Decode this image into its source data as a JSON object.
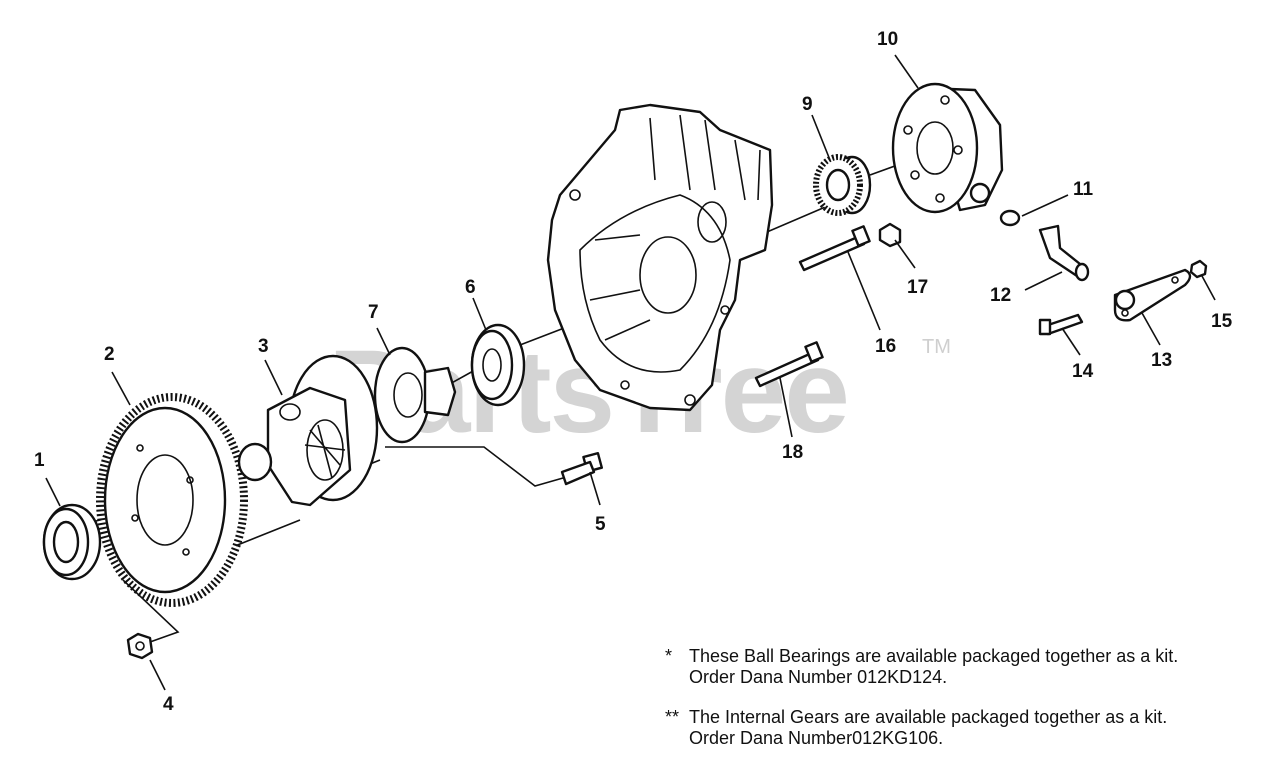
{
  "watermark": {
    "text": "PartsTree",
    "trademark": "TM"
  },
  "callouts": [
    "1",
    "2",
    "3",
    "4",
    "5",
    "6",
    "7",
    "9",
    "10",
    "11",
    "12",
    "13",
    "14",
    "15",
    "16",
    "17",
    "18"
  ],
  "notes": [
    {
      "mark": "*",
      "line1": "These Ball Bearings are available packaged together as a kit.",
      "line2": "Order Dana Number 012KD124."
    },
    {
      "mark": "**",
      "line1": "The Internal Gears are available packaged together as a kit.",
      "line2": "Order Dana Number012KG106."
    }
  ]
}
